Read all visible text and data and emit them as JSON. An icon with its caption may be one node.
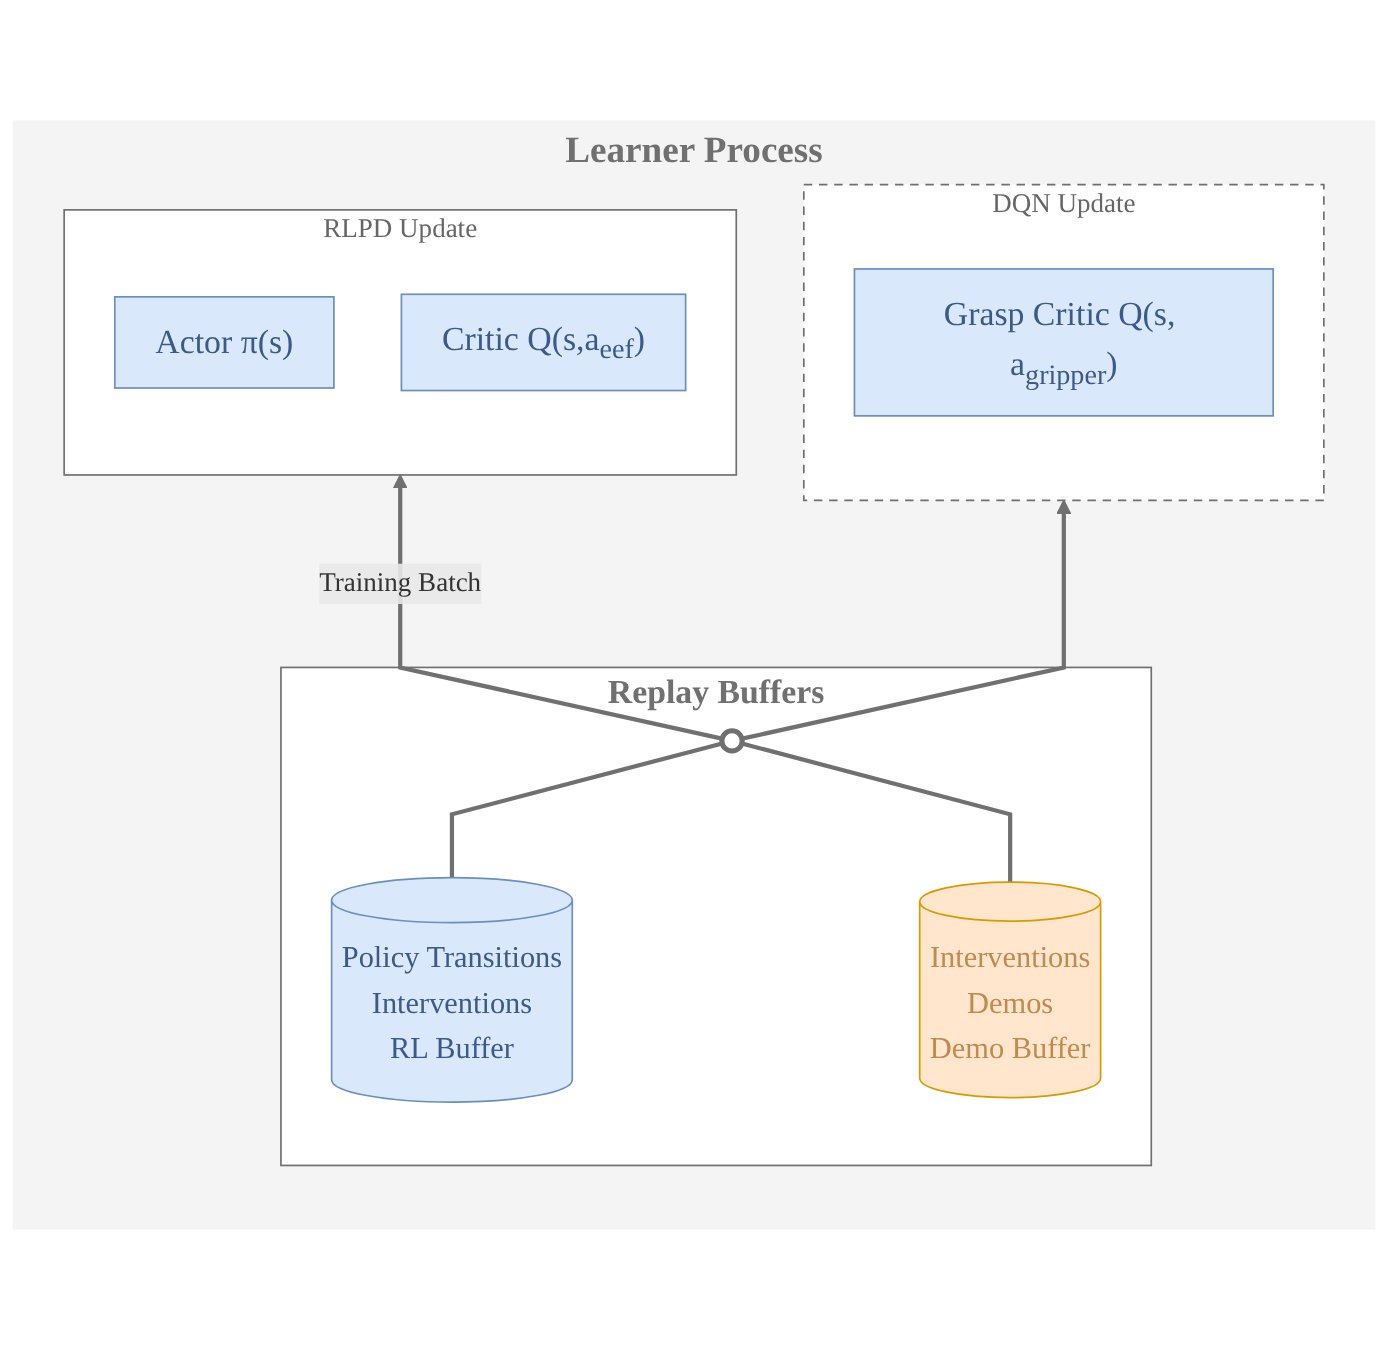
{
  "diagram": {
    "nodes": [
      {
        "text": [
          "Learner Process"
        ]
      },
      {
        "text": [
          "RLPD Update"
        ],
        "in": 0
      },
      {
        "text": [
          "Actor π(s)"
        ],
        "in": 1
      },
      {
        "text": [
          "Critic Q(s,a$_{eef}$)"
        ],
        "in": 1
      },
      {
        "text": [
          "DQN Update"
        ],
        "in": 0
      },
      {
        "text": [
          "Grasp Critic Q(s, a$_{gripper}$)"
        ],
        "in": 4
      },
      {
        "text": [
          "Replay Buffers"
        ],
        "in": 0
      },
      {
        "text": [],
        "shape": "circle",
        "in": 6
      },
      {
        "text": [
          "Policy Transitions",
          "Interventions",
          "RL Buffer"
        ],
        "in": 6
      },
      {
        "text": [
          "Interventions",
          "Demos",
          "Demo Buffer"
        ],
        "in": 6
      }
    ],
    "edges": [
      {
        "from": 8,
        "to": 7,
        "arrow": "none"
      },
      {
        "from": 9,
        "to": 7,
        "arrow": "none"
      },
      {
        "from": 7,
        "to": 1,
        "arrow": "to",
        "label": "Training Batch"
      },
      {
        "from": 7,
        "to": 4,
        "arrow": "to"
      }
    ]
  }
}
